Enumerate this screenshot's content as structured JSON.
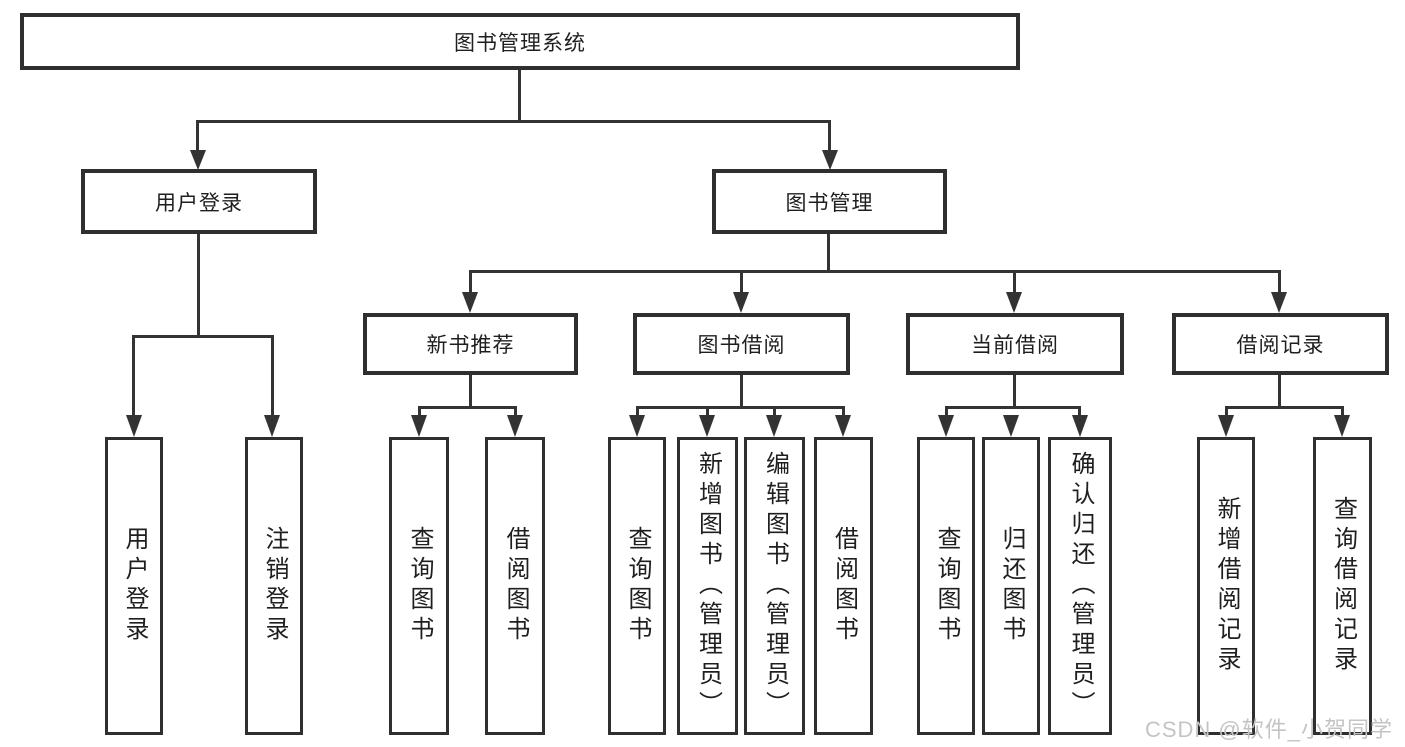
{
  "nodes": {
    "root": "图书管理系统",
    "level2": [
      "用户登录",
      "图书管理"
    ],
    "level3": [
      "新书推荐",
      "图书借阅",
      "当前借阅",
      "借阅记录"
    ],
    "leaves": [
      "用户登录",
      "注销登录",
      "查询图书",
      "借阅图书",
      "查询图书",
      "新增图书（管理员）",
      "编辑图书（管理员）",
      "借阅图书",
      "查询图书",
      "归还图书",
      "确认归还（管理员）",
      "新增借阅记录",
      "查询借阅记录"
    ]
  },
  "tree": {
    "图书管理系统": {
      "用户登录": [
        "用户登录",
        "注销登录"
      ],
      "图书管理": {
        "新书推荐": [
          "查询图书",
          "借阅图书"
        ],
        "图书借阅": [
          "查询图书",
          "新增图书（管理员）",
          "编辑图书（管理员）",
          "借阅图书"
        ],
        "当前借阅": [
          "查询图书",
          "归还图书",
          "确认归还（管理员）"
        ],
        "借阅记录": [
          "新增借阅记录",
          "查询借阅记录"
        ]
      }
    }
  },
  "watermark": "CSDN @软件_小贺同学",
  "colors": {
    "line": "#333333",
    "box_border": "#2f2f2f",
    "text": "#1f1f1f",
    "watermark": "#c4c4c4",
    "background": "#ffffff"
  }
}
